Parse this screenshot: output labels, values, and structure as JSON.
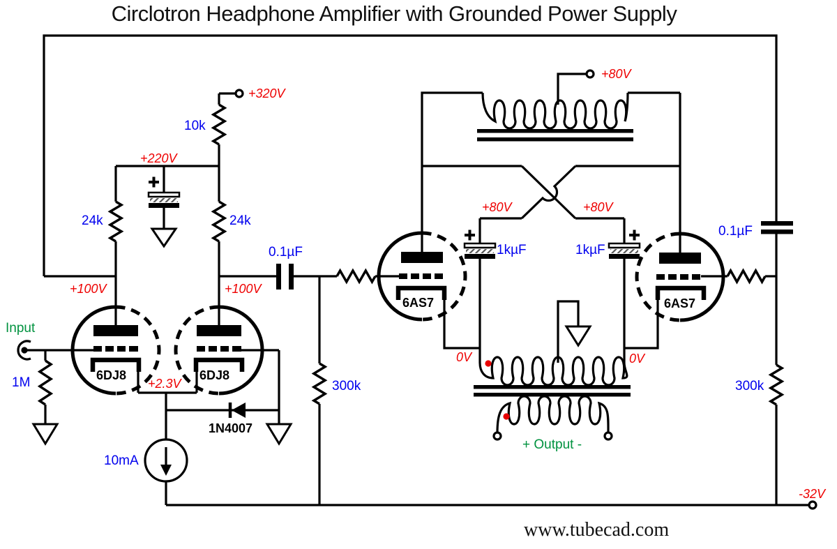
{
  "title": "Circlotron Headphone Amplifier with Grounded Power Supply",
  "watermark": "www.tubecad.com",
  "colors": {
    "wire": "#000000",
    "value_blue": "#0000ee",
    "voltage_red": "#ee0000",
    "signal_green": "#00923f",
    "polarity_dot_red": "#e80000"
  },
  "power": {
    "b_plus": "+320V",
    "floating_supply": "+80V",
    "negative_rail": "-32V"
  },
  "input_stage": {
    "input_label": "Input",
    "grid_resistor": "1M",
    "plate_resistor_left": "24k",
    "plate_resistor_right": "24k",
    "dropping_resistor": "10k",
    "node_voltage": "+220V",
    "plate_voltage_left": "+100V",
    "plate_voltage_right": "+100V",
    "cathode_voltage": "+2.3V",
    "tube_left": "6DJ8",
    "tube_right": "6DJ8",
    "diode": "1N4007",
    "current_source": "10mA"
  },
  "output_stage": {
    "coupling_cap_left": "0.1µF",
    "coupling_cap_right": "0.1µF",
    "grid_resistor_left": "300k",
    "grid_resistor_right": "300k",
    "tube_left": "6AS7",
    "tube_right": "6AS7",
    "cap_left": "1kµF",
    "cap_right": "1kµF",
    "cap_voltage_left": "+80V",
    "cap_voltage_right": "+80V",
    "cathode_voltage_left": "0V",
    "cathode_voltage_right": "0V",
    "output_label": "+ Output -"
  }
}
